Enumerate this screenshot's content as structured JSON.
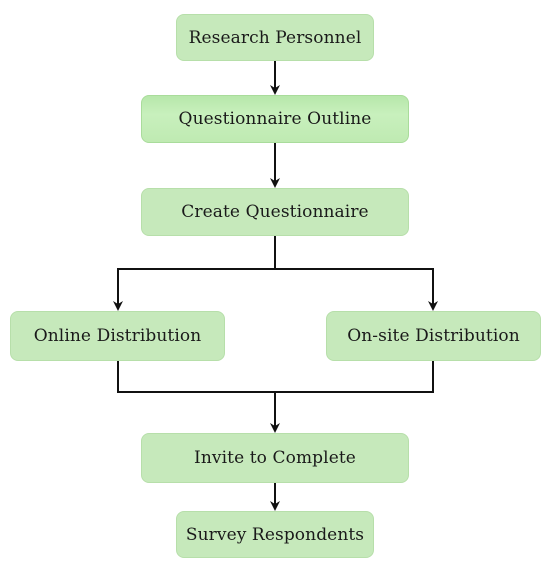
{
  "nodes": {
    "research_personnel": "Research Personnel",
    "questionnaire_outline": "Questionnaire Outline",
    "create_questionnaire": "Create Questionnaire",
    "online_distribution": "Online Distribution",
    "onsite_distribution": "On-site Distribution",
    "invite_to_complete": "Invite to Complete",
    "survey_respondents": "Survey Respondents"
  },
  "colors": {
    "node_fill": "#c6e9bb",
    "connector": "#111111"
  }
}
